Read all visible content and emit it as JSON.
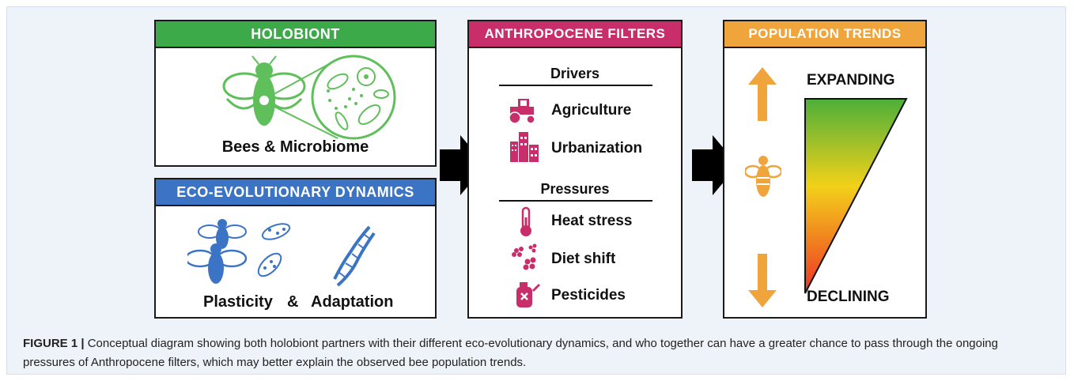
{
  "holobiont": {
    "title": "HOLOBIONT",
    "subtitle": "Bees & Microbiome",
    "color": "#3daa4a",
    "icon_color": "#5fbf5a"
  },
  "eco": {
    "title": "ECO-EVOLUTIONARY DYNAMICS",
    "subtitle_left": "Plasticity",
    "subtitle_amp": "&",
    "subtitle_right": "Adaptation",
    "color": "#3b74c4"
  },
  "filters": {
    "title": "ANTHROPOCENE FILTERS",
    "color": "#c72e6a",
    "drivers_heading": "Drivers",
    "drivers": [
      {
        "label": "Agriculture",
        "icon": "tractor-icon"
      },
      {
        "label": "Urbanization",
        "icon": "city-icon"
      }
    ],
    "pressures_heading": "Pressures",
    "pressures": [
      {
        "label": "Heat stress",
        "icon": "thermometer-icon"
      },
      {
        "label": "Diet shift",
        "icon": "flowers-icon"
      },
      {
        "label": "Pesticides",
        "icon": "sprayer-icon"
      }
    ]
  },
  "trends": {
    "title": "POPULATION TRENDS",
    "color": "#f0a43c",
    "expanding": "EXPANDING",
    "declining": "DECLINING",
    "gradient": [
      "#4caf3a",
      "#f3d11a",
      "#ee3324"
    ]
  },
  "caption": {
    "label": "FIGURE 1 |",
    "text": " Conceptual diagram showing both holobiont partners with their different eco-evolutionary dynamics, and who together can have a greater chance to pass through the ongoing pressures of Anthropocene filters, which may better explain the observed bee population trends."
  }
}
